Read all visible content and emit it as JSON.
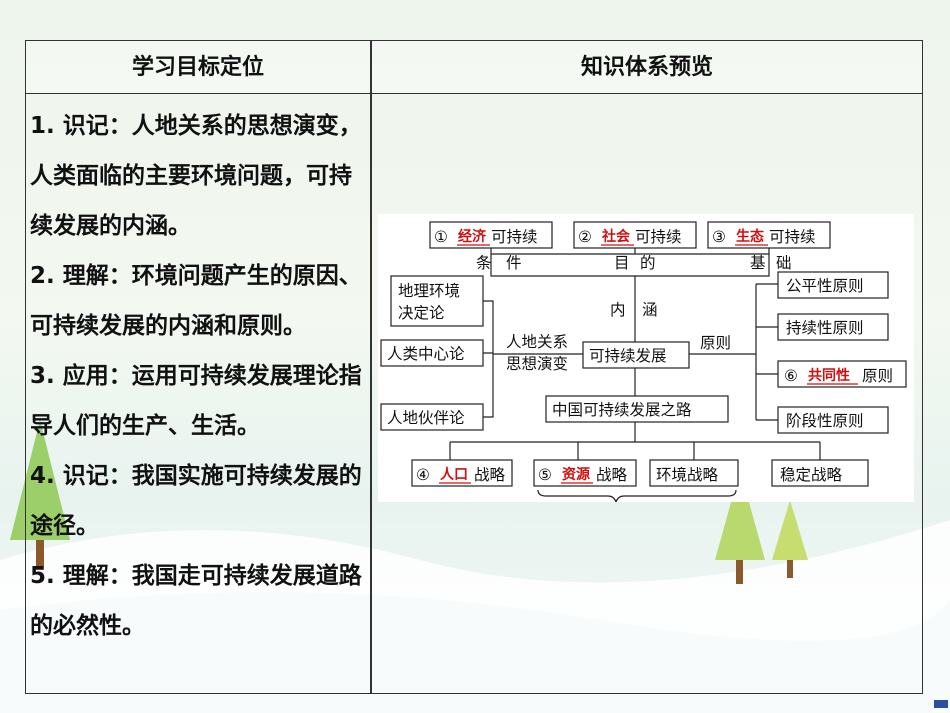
{
  "table": {
    "header_left": "学习目标定位",
    "header_right": "知识体系预览"
  },
  "objectives": [
    "1. 识记：人地关系的思想演变，人类面临的主要环境问题，可持续发展的内涵。",
    "2. 理解：环境问题产生的原因、可持续发展的内涵和原则。",
    "3. 应用：运用可持续发展理论指导人们的生产、生活。",
    "4. 识记：我国实施可持续发展的途径。",
    "5. 理解：我国走可持续发展道路的必然性。"
  ],
  "diagram": {
    "top": [
      {
        "num": "①",
        "answer": "经济",
        "suffix": "可持续"
      },
      {
        "num": "②",
        "answer": "社会",
        "suffix": "可持续"
      },
      {
        "num": "③",
        "answer": "生态",
        "suffix": "可持续"
      }
    ],
    "top_labels": [
      "条",
      "件",
      "目",
      "的",
      "基",
      "础"
    ],
    "left": {
      "box1_line1": "地理环境",
      "box1_line2": "决定论",
      "box2": "人类中心论",
      "box3": "人地伙伴论",
      "label_line1": "人地关系",
      "label_line2": "思想演变"
    },
    "center": {
      "label_nei": "内",
      "label_han": "涵",
      "main": "可持续发展",
      "principle_label": "原则",
      "china_road": "中国可持续发展之路"
    },
    "principles": [
      {
        "num": "",
        "answer": "",
        "text": "公平性原则"
      },
      {
        "num": "",
        "answer": "",
        "text": "持续性原则"
      },
      {
        "num": "⑥",
        "answer": "共同性",
        "text": "原则"
      },
      {
        "num": "",
        "answer": "",
        "text": "阶段性原则"
      }
    ],
    "strategies": [
      {
        "num": "④",
        "answer": "人口",
        "suffix": "战略"
      },
      {
        "num": "⑤",
        "answer": "资源",
        "suffix": "战略"
      },
      {
        "num": "",
        "answer": "",
        "suffix": "环境战略"
      },
      {
        "num": "",
        "answer": "",
        "suffix": "稳定战略"
      }
    ]
  }
}
